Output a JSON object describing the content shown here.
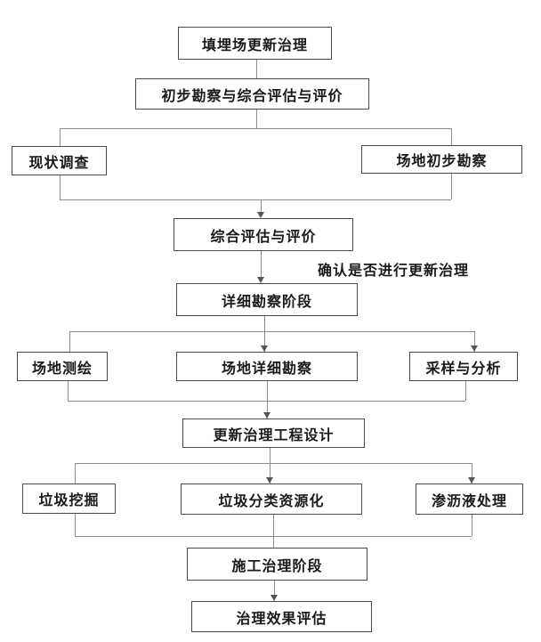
{
  "diagram": {
    "type": "flowchart",
    "background_color": "#ffffff",
    "box_border_color": "#4a4a4a",
    "connector_color": "#8c8c8c",
    "text_color": "#1a1a1a",
    "nodes": [
      {
        "id": "landfill-renewal-treatment",
        "label": "填埋场更新治理"
      },
      {
        "id": "preliminary-survey-and-assessment",
        "label": "初步勘察与综合评估与评价"
      },
      {
        "id": "current-status-investigation",
        "label": "现状调查"
      },
      {
        "id": "site-preliminary-survey",
        "label": "场地初步勘察"
      },
      {
        "id": "comprehensive-assessment-evaluation",
        "label": "综合评估与评价"
      },
      {
        "id": "detailed-survey-stage",
        "label": "详细勘察阶段"
      },
      {
        "id": "site-mapping",
        "label": "场地测绘"
      },
      {
        "id": "site-detailed-survey",
        "label": "场地详细勘察"
      },
      {
        "id": "sampling-and-analysis",
        "label": "采样与分析"
      },
      {
        "id": "renewal-treatment-engineering-design",
        "label": "更新治理工程设计"
      },
      {
        "id": "waste-excavation",
        "label": "垃圾挖掘"
      },
      {
        "id": "waste-sorting-resource-recovery",
        "label": "垃圾分类资源化"
      },
      {
        "id": "leachate-treatment",
        "label": "渗沥液处理"
      },
      {
        "id": "construction-treatment-stage",
        "label": "施工治理阶段"
      },
      {
        "id": "treatment-effect-evaluation",
        "label": "治理效果评估"
      }
    ],
    "edge_label": "确认是否进行更新治理",
    "edges": [
      {
        "from": "landfill-renewal-treatment",
        "to": "preliminary-survey-and-assessment"
      },
      {
        "from": "preliminary-survey-and-assessment",
        "to": "current-status-investigation"
      },
      {
        "from": "preliminary-survey-and-assessment",
        "to": "site-preliminary-survey"
      },
      {
        "from": "current-status-investigation",
        "to": "comprehensive-assessment-evaluation"
      },
      {
        "from": "site-preliminary-survey",
        "to": "comprehensive-assessment-evaluation"
      },
      {
        "from": "comprehensive-assessment-evaluation",
        "to": "detailed-survey-stage",
        "label": "确认是否进行更新治理"
      },
      {
        "from": "detailed-survey-stage",
        "to": "site-mapping"
      },
      {
        "from": "detailed-survey-stage",
        "to": "site-detailed-survey"
      },
      {
        "from": "detailed-survey-stage",
        "to": "sampling-and-analysis"
      },
      {
        "from": "site-mapping",
        "to": "renewal-treatment-engineering-design"
      },
      {
        "from": "site-detailed-survey",
        "to": "renewal-treatment-engineering-design"
      },
      {
        "from": "sampling-and-analysis",
        "to": "renewal-treatment-engineering-design"
      },
      {
        "from": "renewal-treatment-engineering-design",
        "to": "waste-excavation"
      },
      {
        "from": "renewal-treatment-engineering-design",
        "to": "waste-sorting-resource-recovery"
      },
      {
        "from": "renewal-treatment-engineering-design",
        "to": "leachate-treatment"
      },
      {
        "from": "waste-excavation",
        "to": "construction-treatment-stage"
      },
      {
        "from": "waste-sorting-resource-recovery",
        "to": "construction-treatment-stage"
      },
      {
        "from": "leachate-treatment",
        "to": "construction-treatment-stage"
      },
      {
        "from": "construction-treatment-stage",
        "to": "treatment-effect-evaluation"
      }
    ]
  }
}
